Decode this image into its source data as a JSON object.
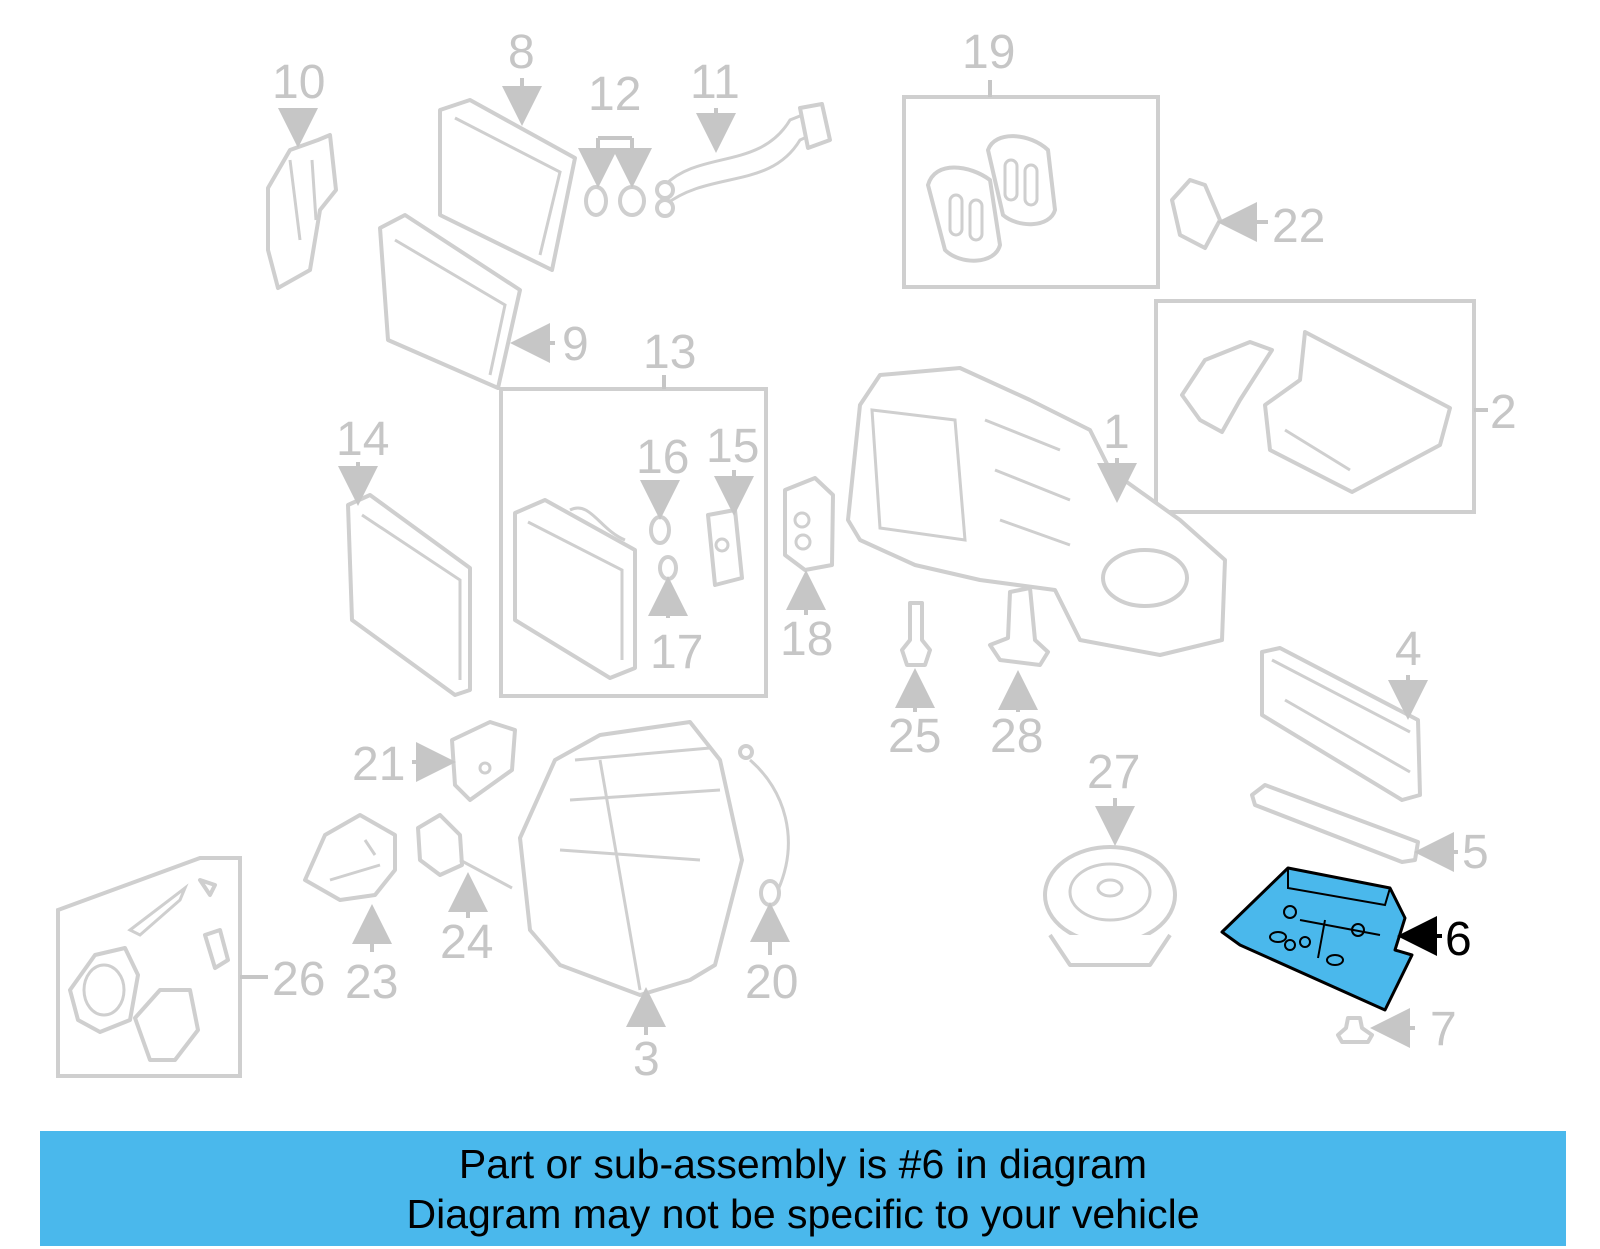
{
  "diagram": {
    "callouts": {
      "c1": "1",
      "c2": "2",
      "c3": "3",
      "c4": "4",
      "c5": "5",
      "c6": "6",
      "c7": "7",
      "c8": "8",
      "c9": "9",
      "c10": "10",
      "c11": "11",
      "c12": "12",
      "c13": "13",
      "c14": "14",
      "c15": "15",
      "c16": "16",
      "c17": "17",
      "c18": "18",
      "c19": "19",
      "c20": "20",
      "c21": "21",
      "c22": "22",
      "c23": "23",
      "c24": "24",
      "c25": "25",
      "c26": "26",
      "c27": "27",
      "c28": "28"
    },
    "highlighted_part": "6",
    "colors": {
      "highlight": "#4ab8ec",
      "line": "#cfcfcf",
      "banner": "#4ab8ec"
    }
  },
  "banner": {
    "line1": "Part or sub-assembly is #6 in diagram",
    "line2": "Diagram may not be specific to your vehicle"
  }
}
